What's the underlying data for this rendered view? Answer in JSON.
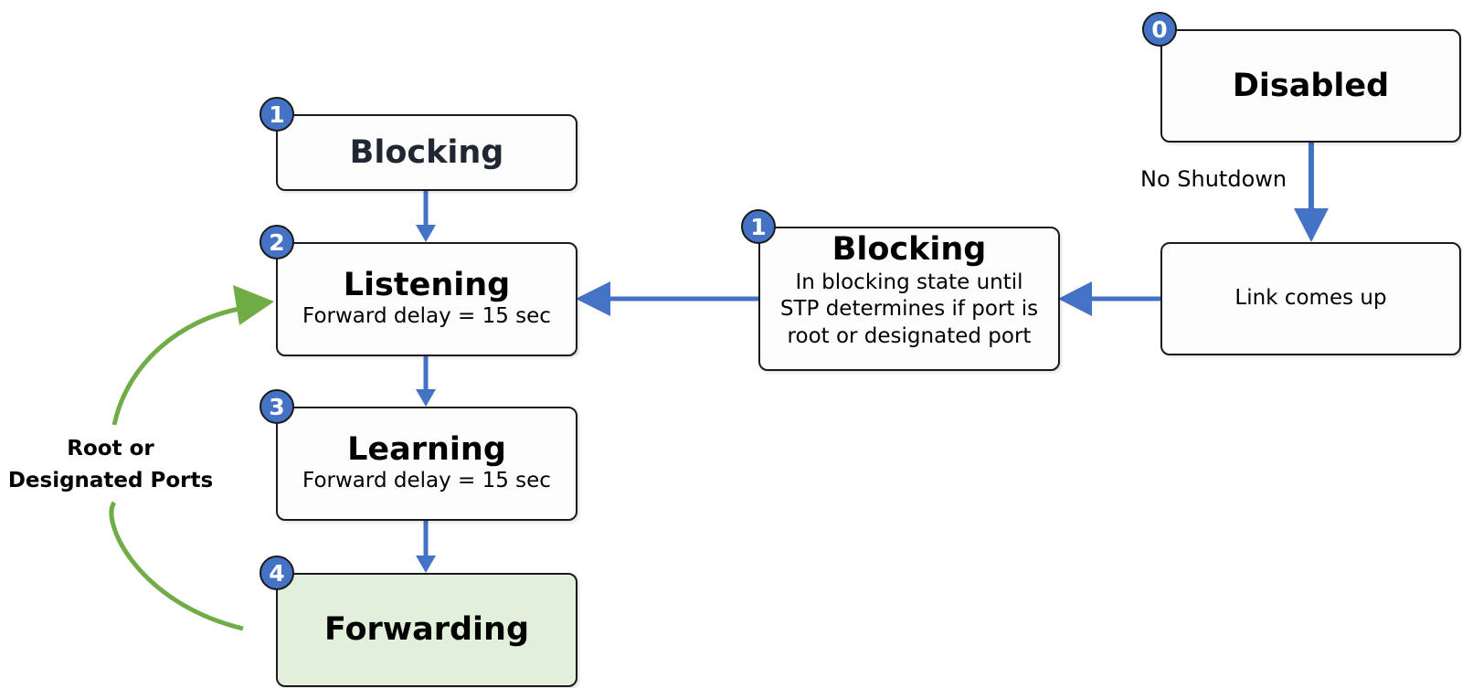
{
  "states": {
    "disabled": {
      "step": "0",
      "title": "Disabled"
    },
    "link_up": {
      "text": "Link comes up"
    },
    "blocking_detail": {
      "step": "1",
      "title": "Blocking",
      "lines": [
        "In blocking state until",
        "STP determines if port is",
        "root or designated port"
      ]
    },
    "blocking": {
      "step": "1",
      "title": "Blocking"
    },
    "listening": {
      "step": "2",
      "title": "Listening",
      "sub": "Forward delay = 15 sec"
    },
    "learning": {
      "step": "3",
      "title": "Learning",
      "sub": "Forward delay = 15 sec"
    },
    "forwarding": {
      "step": "4",
      "title": "Forwarding"
    }
  },
  "labels": {
    "no_shutdown": "No Shutdown",
    "root_ports_line1": "Root or",
    "root_ports_line2": "Designated Ports"
  },
  "colors": {
    "arrow_blue": "#4472c4",
    "arrow_green": "#70ad47",
    "badge_fill": "#4472c4",
    "forwarding_fill": "#e2efda"
  }
}
